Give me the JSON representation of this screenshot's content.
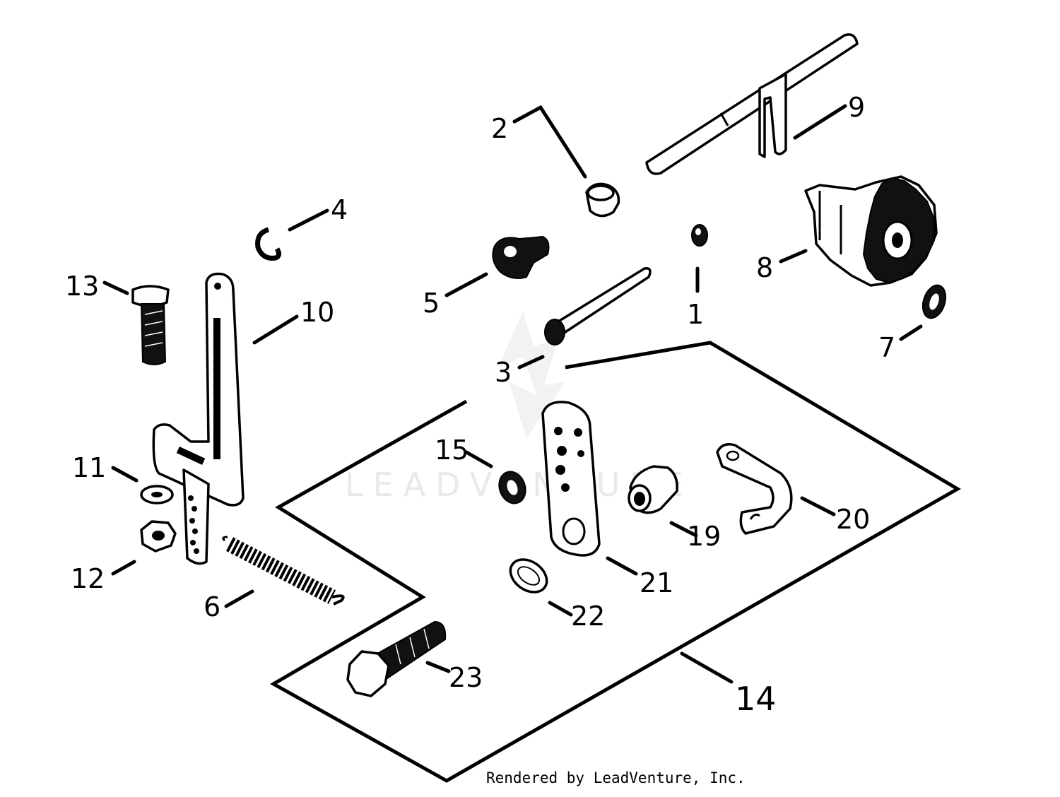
{
  "diagram": {
    "callouts": {
      "p1": "1",
      "p2": "2",
      "p3": "3",
      "p4": "4",
      "p5": "5",
      "p6": "6",
      "p7": "7",
      "p8": "8",
      "p9": "9",
      "p10": "10",
      "p11": "11",
      "p12": "12",
      "p13": "13",
      "p14": "14",
      "p15": "15",
      "p19": "19",
      "p20": "20",
      "p21": "21",
      "p22": "22",
      "p23": "23"
    },
    "watermark": "LEADVENTURE",
    "credit": "Rendered by LeadVenture, Inc."
  }
}
